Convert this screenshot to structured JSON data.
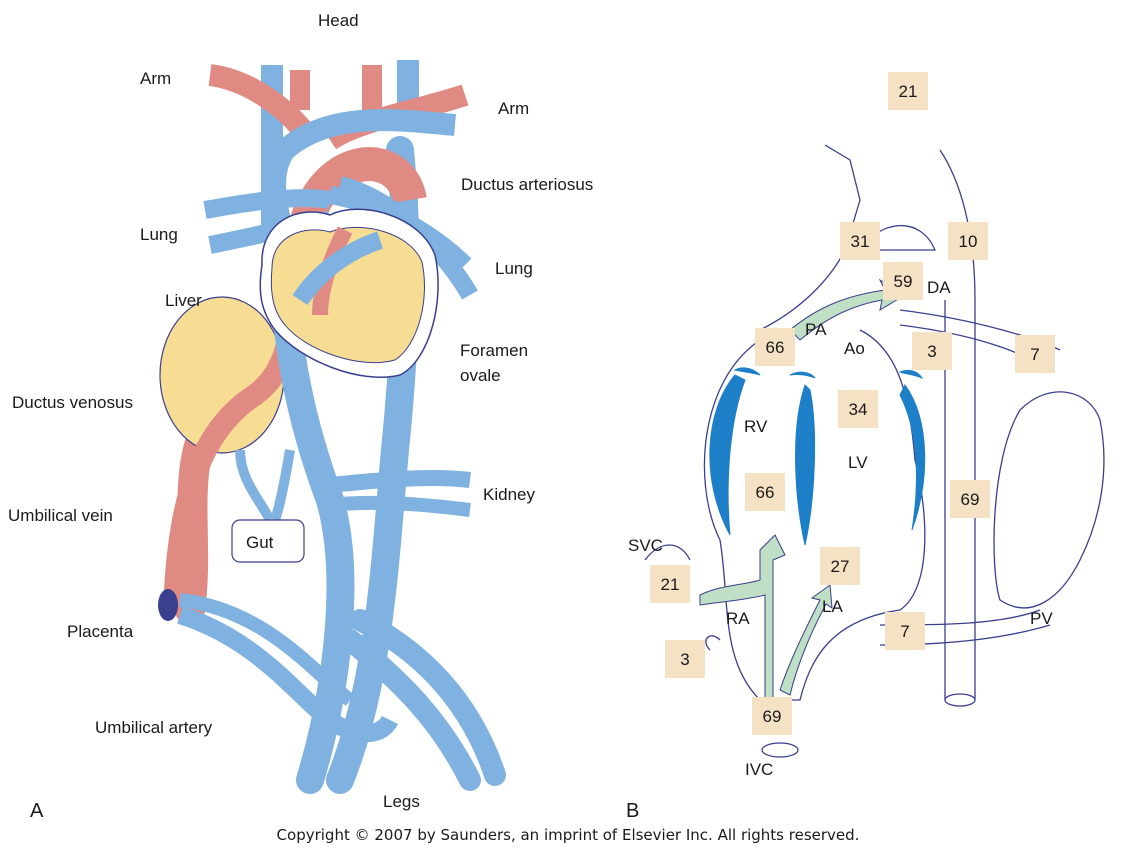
{
  "panel_a": {
    "letter": "A",
    "labels": {
      "head": "Head",
      "arm_left": "Arm",
      "arm_right": "Arm",
      "ductus_arteriosus": "Ductus arteriosus",
      "lung_left": "Lung",
      "lung_right": "Lung",
      "liver": "Liver",
      "foramen_ovale_1": "Foramen",
      "foramen_ovale_2": "ovale",
      "ductus_venosus": "Ductus venosus",
      "kidney": "Kidney",
      "umbilical_vein": "Umbilical vein",
      "gut": "Gut",
      "placenta": "Placenta",
      "umbilical_artery": "Umbilical artery",
      "legs": "Legs"
    }
  },
  "panel_b": {
    "letter": "B",
    "labels": {
      "da": "DA",
      "pa": "PA",
      "ao": "Ao",
      "rv": "RV",
      "lv": "LV",
      "svc": "SVC",
      "ra": "RA",
      "la": "LA",
      "pv": "PV",
      "ivc": "IVC"
    },
    "saturations": {
      "top": "21",
      "aorta_left": "31",
      "aorta_right": "10",
      "da": "59",
      "pa": "66",
      "ao_small": "3",
      "pulm_branch": "7",
      "lv": "34",
      "rv": "66",
      "descending": "69",
      "la": "27",
      "svc": "21",
      "ra_small": "3",
      "pv": "7",
      "ivc": "69"
    }
  },
  "copyright": "Copyright © 2007 by Saunders, an imprint of Elsevier Inc. All rights reserved.",
  "colors": {
    "vein_blue": "#7fb2e0",
    "artery_red": "#e08a84",
    "heart_yellow": "#f7dc94",
    "liver_yellow": "#f7dc94",
    "valve_blue": "#1d7fc8",
    "flow_green": "#bfe0c4",
    "box_fill": "#f5e1c4",
    "outline": "#3a3f8f"
  }
}
